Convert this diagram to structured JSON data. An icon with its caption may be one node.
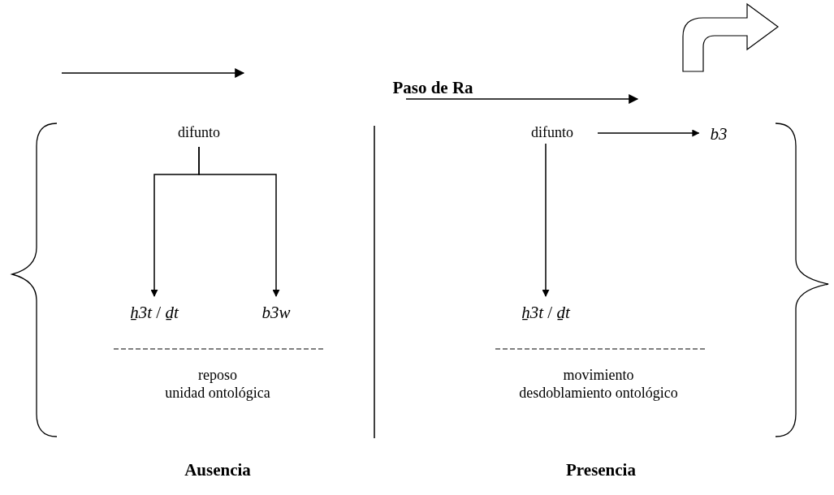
{
  "diagram": {
    "nodes": [
      {
        "text": [
          "difunto"
        ]
      },
      {
        "text": [
          "*ẖ3t* / *ḏt*"
        ]
      },
      {
        "text": [
          "b3w"
        ]
      },
      {
        "text": [
          "difunto"
        ]
      },
      {
        "text": [
          "*ẖ3t* / *ḏt*"
        ]
      },
      {
        "text": [
          "b3"
        ]
      }
    ],
    "edges": [
      {
        "from": 0,
        "to": 1,
        "arrow": "to"
      },
      {
        "from": 0,
        "to": 2,
        "arrow": "to"
      },
      {
        "from": 3,
        "to": 4,
        "arrow": "to"
      },
      {
        "from": 3,
        "to": 5,
        "arrow": "to"
      }
    ],
    "labels": [
      "Paso de Ra",
      "reposo",
      "unidad ontológica",
      "movimiento",
      "desdoblamiento ontológico",
      "Ausencia",
      "Presencia"
    ]
  }
}
